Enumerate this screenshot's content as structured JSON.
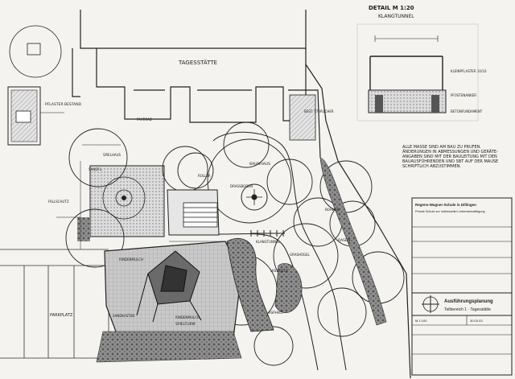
{
  "drawing": {
    "site_labels": {
      "tagesstaette": "TAGESSTÄTTE",
      "pflaster_bestand": "PFLASTER BESTAND",
      "parkplatz": "PARKPLATZ",
      "klangtunnel": "KLANGTUNNEL",
      "spielturm": "SPIELTURM",
      "rasen": "RASEN",
      "baumhaus": "BAUMHAUS"
    },
    "detail": {
      "title": "DETAIL M 1:20",
      "subtitle": "KLANGTUNNEL",
      "notes": [
        "KLEINPFLASTER 10/10",
        "PFOSTENANKER",
        "BETONFUNDAMENT"
      ]
    },
    "general_note": "ALLE MASSE SIND AM BAU ZU PRÜFEN. ÄNDERUNGEN IN ABMESSUNGEN UND GERÄTE-ANGABEN SIND MIT DER BAULEITUNG MIT DEN BAUAUSFÜHRENDEN UND SBT AUF DER MAUSE SCHRIFTLICH ABZUSTIMMEN."
  },
  "title_block": {
    "project": "Regens-Wagner-Schule in Dillingen",
    "project_sub": "Private Schule zur individuellen Lebensbewältigung",
    "plan_type": "Ausführungsplanung",
    "plan_part": "Teilbereich 1 · Tagesstätte",
    "scale": "M 1:100",
    "date": "30.03.03"
  },
  "colors": {
    "paper": "#f4f3ef",
    "ink": "#1c1c1c",
    "hatch": "#9a9a9a",
    "paving": "#bdbdbd"
  }
}
